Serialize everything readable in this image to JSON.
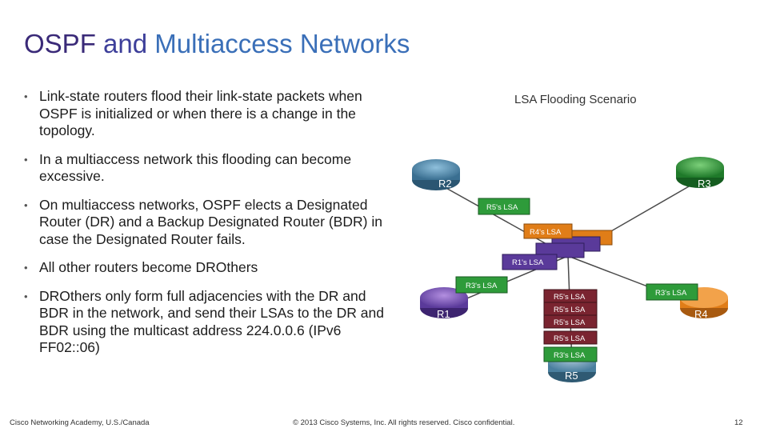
{
  "slide": {
    "title_parts": [
      "OSPF",
      "and",
      "Multiaccess Networks"
    ],
    "bullets": [
      "Link-state routers flood their link-state packets when OSPF is initialized or when there is a change in the topology.",
      "In a multiaccess network this flooding can become excessive.",
      "On multiaccess networks, OSPF elects a Designated Router (DR) and a Backup Designated Router (BDR) in case the Designated Router fails.",
      "All other routers become DROthers",
      "DROthers only form full adjacencies with the DR and BDR in the network, and send their LSAs to the DR and BDR using the multicast address 224.0.0.6 (IPv6 FF02::06)"
    ]
  },
  "diagram": {
    "title": "LSA Flooding Scenario",
    "routers": [
      "R2",
      "R3",
      "R1",
      "R4",
      "R5"
    ],
    "lsa_labels": {
      "r5_to_r2": "R5's LSA",
      "r4_center": "R4's LSA",
      "r1_center": "R1's LSA",
      "r3_to_r1": "R3's LSA",
      "r3_to_r4": "R3's LSA",
      "r5_stack_1": "R5's LSA",
      "r5_stack_2": "R5's LSA",
      "r5_stack_3": "R5's LSA",
      "r5_stack_4": "R5's LSA",
      "r3_to_r5": "R3's LSA"
    },
    "colors": {
      "green": "#2e9b3a",
      "orange": "#e07d18",
      "purple": "#5a3a9a",
      "maroon": "#7a2430",
      "router": "#4a7f9e"
    }
  },
  "footer": {
    "left": "Cisco Networking Academy, U.S./Canada",
    "center": "© 2013 Cisco Systems, Inc. All rights reserved. Cisco confidential.",
    "page": "12"
  }
}
